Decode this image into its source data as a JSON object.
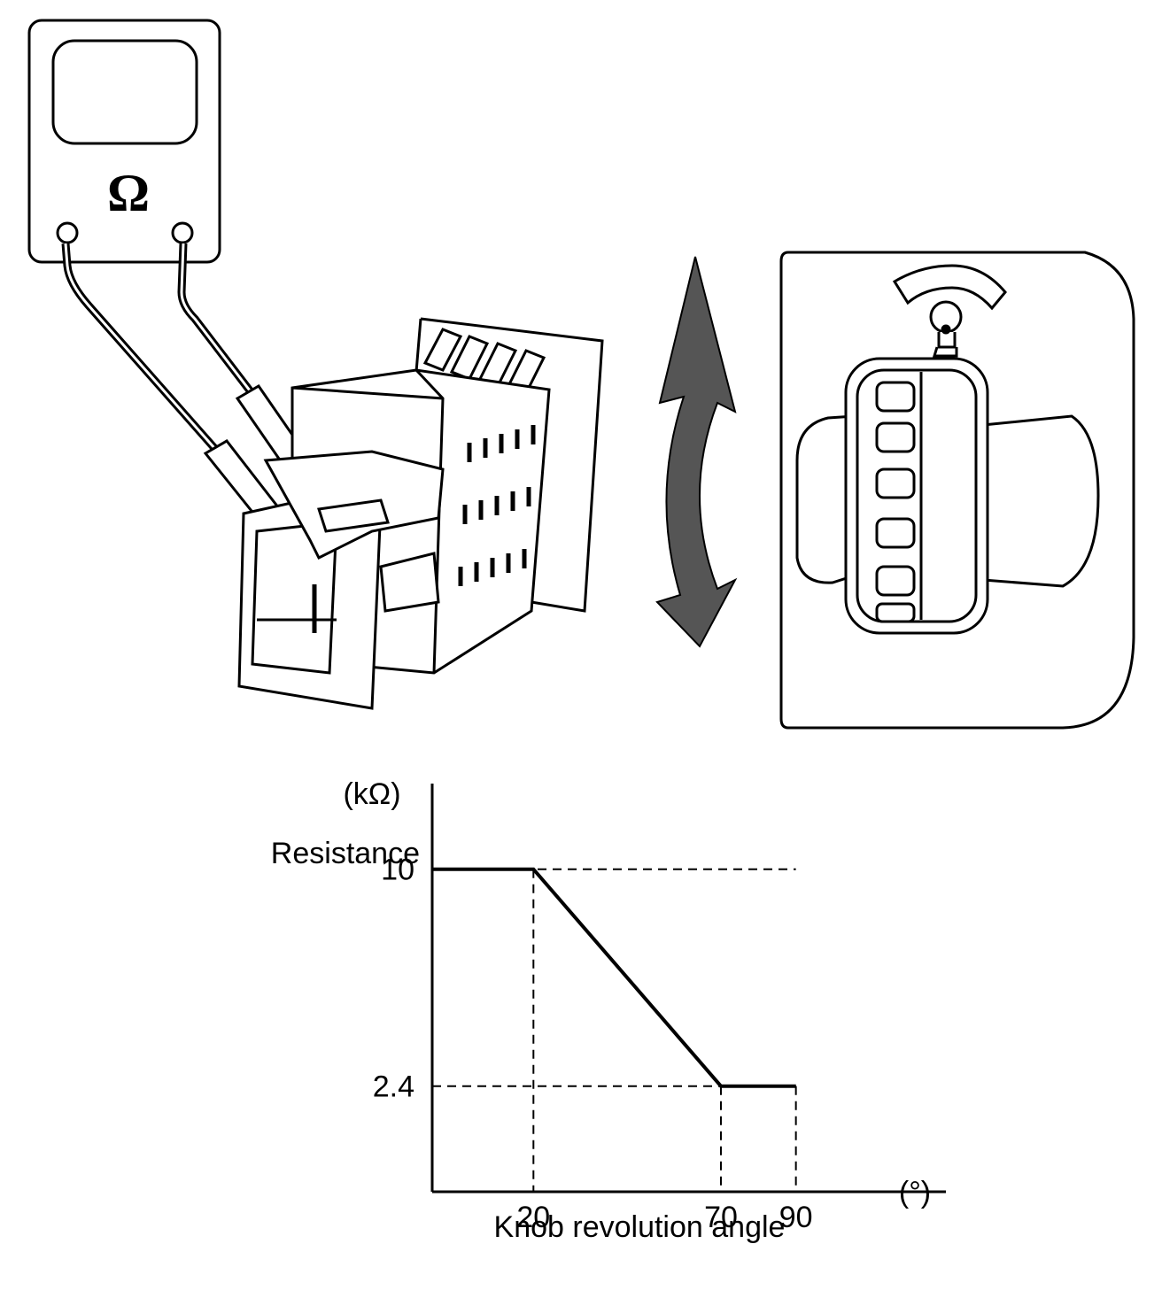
{
  "meter": {
    "symbol": "Ω"
  },
  "chart_data": {
    "type": "line",
    "title": "",
    "ylabel": "Resistance",
    "yunit": "(kΩ)",
    "xlabel": "Knob revolution angle",
    "xunit": "(°)",
    "x_ticks": [
      "20",
      "70",
      "90"
    ],
    "y_ticks": [
      "10",
      "2.4"
    ],
    "xlim": [
      -7,
      130
    ],
    "ylim": [
      -1.3,
      13
    ],
    "series": [
      {
        "points": [
          [
            -7,
            10
          ],
          [
            20,
            10
          ],
          [
            70,
            2.4
          ],
          [
            90,
            2.4
          ]
        ]
      }
    ],
    "reference_lines": {
      "horizontal": [
        10,
        2.4
      ],
      "vertical": [
        20,
        70,
        90
      ]
    },
    "grid": false,
    "legend": "none"
  }
}
